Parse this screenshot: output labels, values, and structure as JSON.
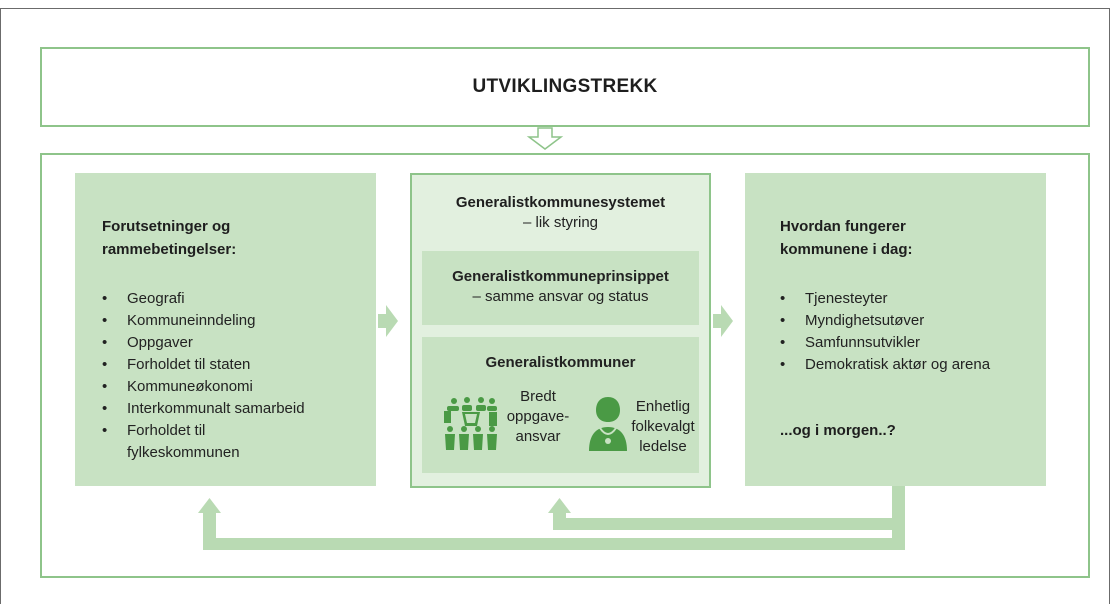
{
  "header": {
    "title": "UTVIKLINGSTREKK"
  },
  "left_panel": {
    "heading_line1": "Forutsetninger og",
    "heading_line2": "rammebetingelser:",
    "items": [
      "Geografi",
      "Kommuneinndeling",
      "Oppgaver",
      "Forholdet til staten",
      "Kommuneøkonomi",
      "Interkommunalt samarbeid",
      "Forholdet til",
      "fylkeskommunen"
    ]
  },
  "center_panel": {
    "system_title": "Generalistkommunesystemet",
    "system_sub": "– lik styring",
    "principle_title": "Generalistkommuneprinsippet",
    "principle_sub": "– samme ansvar og status",
    "communes_title": "Generalistkommuner",
    "broad_line1": "Bredt",
    "broad_line2": "oppgave-",
    "broad_line3": "ansvar",
    "unified_line1": "Enhetlig",
    "unified_line2": "folkevalgt",
    "unified_line3": "ledelse"
  },
  "right_panel": {
    "heading_line1": "Hvordan fungerer",
    "heading_line2": "kommunene i dag:",
    "items": [
      "Tjenesteyter",
      "Myndighetsutøver",
      "Samfunnsutvikler",
      "Demokratisk aktør og arena"
    ],
    "closing": "...og i morgen..?"
  },
  "colors": {
    "panel_fill": "#c8e2c3",
    "center_fill": "#e2f0df",
    "border_green": "#8ec48a",
    "arrow_green": "#b9dab3"
  },
  "icons": [
    "people-group-icon",
    "official-person-icon"
  ]
}
